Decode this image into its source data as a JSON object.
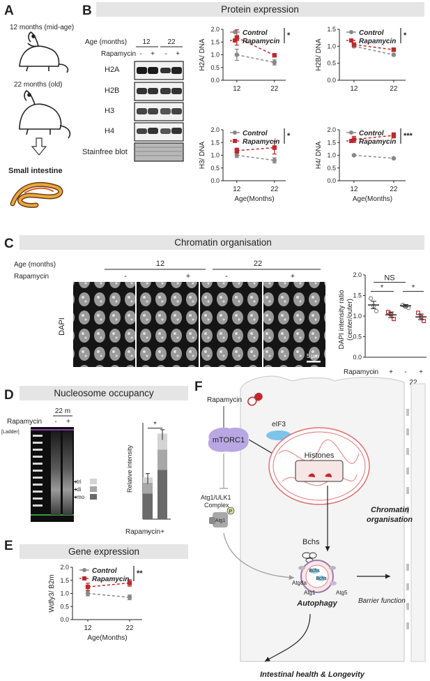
{
  "panels": {
    "A": {
      "label": "A",
      "mouse1": "12 months (mid-age)",
      "mouse2": "22 months (old)",
      "tissue": "Small intestine"
    },
    "B": {
      "label": "B",
      "title": "Protein expression",
      "blot": {
        "age_label": "Age (months)",
        "ages": [
          "12",
          "22"
        ],
        "treatment_label": "Rapamycin",
        "signs": [
          "-",
          "+",
          "-",
          "+"
        ],
        "rows": [
          "H2A",
          "H2B",
          "H3",
          "H4",
          "Stainfree blot"
        ]
      },
      "xlabel": "Age(Months)",
      "legend": [
        "Control",
        "Rapamycin"
      ]
    },
    "C": {
      "label": "C",
      "title": "Chromatin organisation",
      "age_label": "Age (months)",
      "treatment_label": "Rapamycin",
      "ages": [
        "12",
        "22"
      ],
      "signs": [
        "-",
        "+",
        "-",
        "+"
      ],
      "stain_label": "DAPI",
      "scalebar": "5 µm",
      "ylabel_line1": "DAPI intensity ratio",
      "ylabel_line2": "(center/outer)",
      "ns": "NS",
      "star1": "*",
      "star2": "*"
    },
    "D": {
      "label": "D",
      "title": "Nucleosome occupancy",
      "gel_header": "22 m",
      "treatment_label": "Rapamycin",
      "signs": [
        "-",
        "+"
      ],
      "ladder": "[Ladder]",
      "bands": [
        "tri",
        "di",
        "mo"
      ],
      "ylabel": "Relative intensity",
      "star": "*"
    },
    "E": {
      "label": "E",
      "title": "Gene expression",
      "ylabel": "Wdfy3/ B2m",
      "xlabel": "Age(Months)",
      "legend": [
        "Control",
        "Rapamycin"
      ]
    },
    "F": {
      "label": "F",
      "rapamycin": "Rapamycin",
      "mtorc1": "mTORC1",
      "eif3": "eIF3",
      "histones": "Histones",
      "chromatin": "Chromatin\norganisation",
      "atg_complex": "Atg1/ULK1\nComplex",
      "atg1": "Atg1",
      "p": "P",
      "bchs": "Bchs",
      "atg8a": "Atg8a",
      "atg1b": "Atg1",
      "atg5": "Atg5",
      "autophagy": "Autophagy",
      "barrier": "Barrier function",
      "outcome": "Intestinal health & Longevity"
    }
  },
  "colors": {
    "control": "#888888",
    "rapamycin": "#c0282b",
    "header_bg": "#e5e5e5"
  },
  "chart_data": [
    {
      "type": "line",
      "id": "H2A",
      "ylabel": "H2A/ DNA",
      "xlabel": "Age(Months)",
      "x": [
        "12",
        "22"
      ],
      "ylim": [
        0.0,
        2.0
      ],
      "yticks": [
        0.0,
        0.5,
        1.0,
        1.5,
        2.0
      ],
      "significance": "*",
      "series": [
        {
          "name": "Control",
          "values": [
            1.0,
            0.7
          ],
          "errors": [
            0.22,
            0.1
          ]
        },
        {
          "name": "Rapamycin",
          "values": [
            1.68,
            0.98
          ],
          "errors": [
            0.3,
            0.04
          ]
        }
      ]
    },
    {
      "type": "line",
      "id": "H2B",
      "ylabel": "H2B/ DNA",
      "xlabel": "Age(Months)",
      "x": [
        "12",
        "22"
      ],
      "ylim": [
        0.0,
        1.5
      ],
      "yticks": [
        0.0,
        0.5,
        1.0,
        1.5
      ],
      "significance": "*",
      "series": [
        {
          "name": "Control",
          "values": [
            1.0,
            0.75
          ],
          "errors": [
            0.04,
            0.03
          ]
        },
        {
          "name": "Rapamycin",
          "values": [
            1.05,
            0.9
          ],
          "errors": [
            0.05,
            0.05
          ]
        }
      ]
    },
    {
      "type": "line",
      "id": "H3",
      "ylabel": "H3/ DNA",
      "xlabel": "Age(Months)",
      "x": [
        "12",
        "22"
      ],
      "ylim": [
        0.0,
        2.0
      ],
      "yticks": [
        0.0,
        0.5,
        1.0,
        1.5,
        2.0
      ],
      "significance": "*",
      "series": [
        {
          "name": "Control",
          "values": [
            1.0,
            0.8
          ],
          "errors": [
            0.09,
            0.1
          ]
        },
        {
          "name": "Rapamycin",
          "values": [
            1.18,
            1.3
          ],
          "errors": [
            0.1,
            0.25
          ]
        }
      ]
    },
    {
      "type": "line",
      "id": "H4",
      "ylabel": "H4/ DNA",
      "xlabel": "Age(Months)",
      "x": [
        "12",
        "22"
      ],
      "ylim": [
        0.0,
        2.0
      ],
      "yticks": [
        0.0,
        0.5,
        1.0,
        1.5,
        2.0
      ],
      "significance": "***",
      "series": [
        {
          "name": "Control",
          "values": [
            1.0,
            0.88
          ],
          "errors": [
            0.03,
            0.02
          ]
        },
        {
          "name": "Rapamycin",
          "values": [
            1.62,
            1.78
          ],
          "errors": [
            0.12,
            0.1
          ]
        }
      ]
    },
    {
      "type": "scatter",
      "id": "DAPI",
      "ylabel": "DAPI intensity ratio (center/outer)",
      "categories": [
        "12 -",
        "12 +",
        "22 -",
        "22 +"
      ],
      "ylim": [
        0.0,
        2.0
      ],
      "yticks": [
        0.0,
        0.5,
        1.0,
        1.5,
        2.0
      ],
      "means": [
        1.27,
        1.03,
        1.25,
        0.98
      ],
      "sem": [
        0.09,
        0.07,
        0.03,
        0.07
      ],
      "points": [
        [
          1.43,
          1.24,
          1.12
        ],
        [
          1.1,
          1.04,
          0.93
        ],
        [
          1.27,
          1.23,
          1.2
        ],
        [
          1.08,
          0.98,
          0.88
        ]
      ]
    },
    {
      "type": "bar",
      "id": "Nucleosome",
      "ylabel": "Relative intensity",
      "categories": [
        "-",
        "+"
      ],
      "stack": [
        "mo",
        "di",
        "tri"
      ],
      "series": [
        {
          "name": "mo",
          "values": [
            0.48,
            0.92
          ]
        },
        {
          "name": "di",
          "values": [
            0.2,
            0.38
          ]
        },
        {
          "name": "tri",
          "values": [
            0.1,
            0.3
          ]
        }
      ],
      "ylim": [
        0.0,
        1.8
      ]
    },
    {
      "type": "line",
      "id": "Wdfy3",
      "ylabel": "Wdfy3/ B2m",
      "xlabel": "Age(Months)",
      "x": [
        "12",
        "22"
      ],
      "ylim": [
        0.0,
        2.0
      ],
      "yticks": [
        0.0,
        0.5,
        1.0,
        1.5,
        2.0
      ],
      "significance": "**",
      "series": [
        {
          "name": "Control",
          "values": [
            1.0,
            0.85
          ],
          "errors": [
            0.09,
            0.09
          ]
        },
        {
          "name": "Rapamycin",
          "values": [
            1.25,
            1.4
          ],
          "errors": [
            0.14,
            0.12
          ]
        }
      ]
    }
  ]
}
